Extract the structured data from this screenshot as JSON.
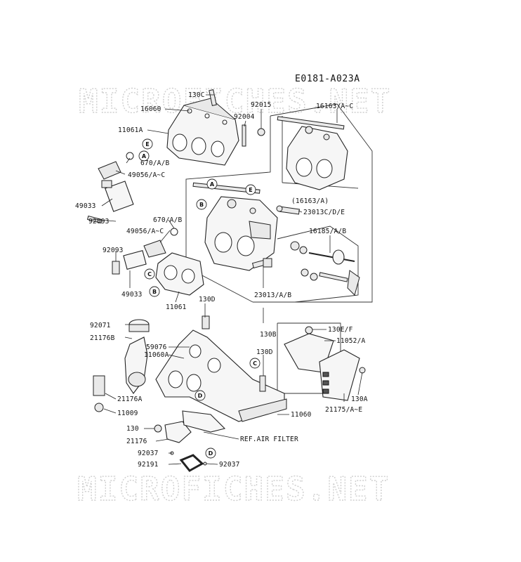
{
  "diagram_code": "E0181-A023A",
  "watermark": "MICROFICHES.NET",
  "callouts": [
    "A",
    "B",
    "C",
    "D",
    "E"
  ],
  "part_labels": {
    "p130C": "130C",
    "p16060": "16060",
    "p92004": "92004",
    "p92015": "92015",
    "p16163": "16163/A~C",
    "p11061A": "11061A",
    "p670a": "670/A/B",
    "p49056a": "49056/A~C",
    "p49033a": "49033",
    "p92093a": "92093",
    "p670b": "670/A/B",
    "p49056b": "49056/A~C",
    "p92093b": "92093",
    "p49033b": "49033",
    "p16163A": "(16163/A)",
    "p23013CDE": "23013C/D/E",
    "p16185": "16185/A/B",
    "p23013AB": "23013/A/B",
    "p11061": "11061",
    "p130D1": "130D",
    "p92071": "92071",
    "p21176B": "21176B",
    "p59076": "59076",
    "p11060A": "11060A",
    "p130B": "130B",
    "p130EF": "130E/F",
    "p11052": "11052/A",
    "p130D2": "130D",
    "p21176A": "21176A",
    "p11009": "11009",
    "p130A": "130A",
    "p21175": "21175/A~E",
    "p11060": "11060",
    "p130": "130",
    "p21176": "21176",
    "pRef": "REF.AIR FILTER",
    "p92037a": "92037",
    "p92191": "92191",
    "p92037b": "92037"
  }
}
